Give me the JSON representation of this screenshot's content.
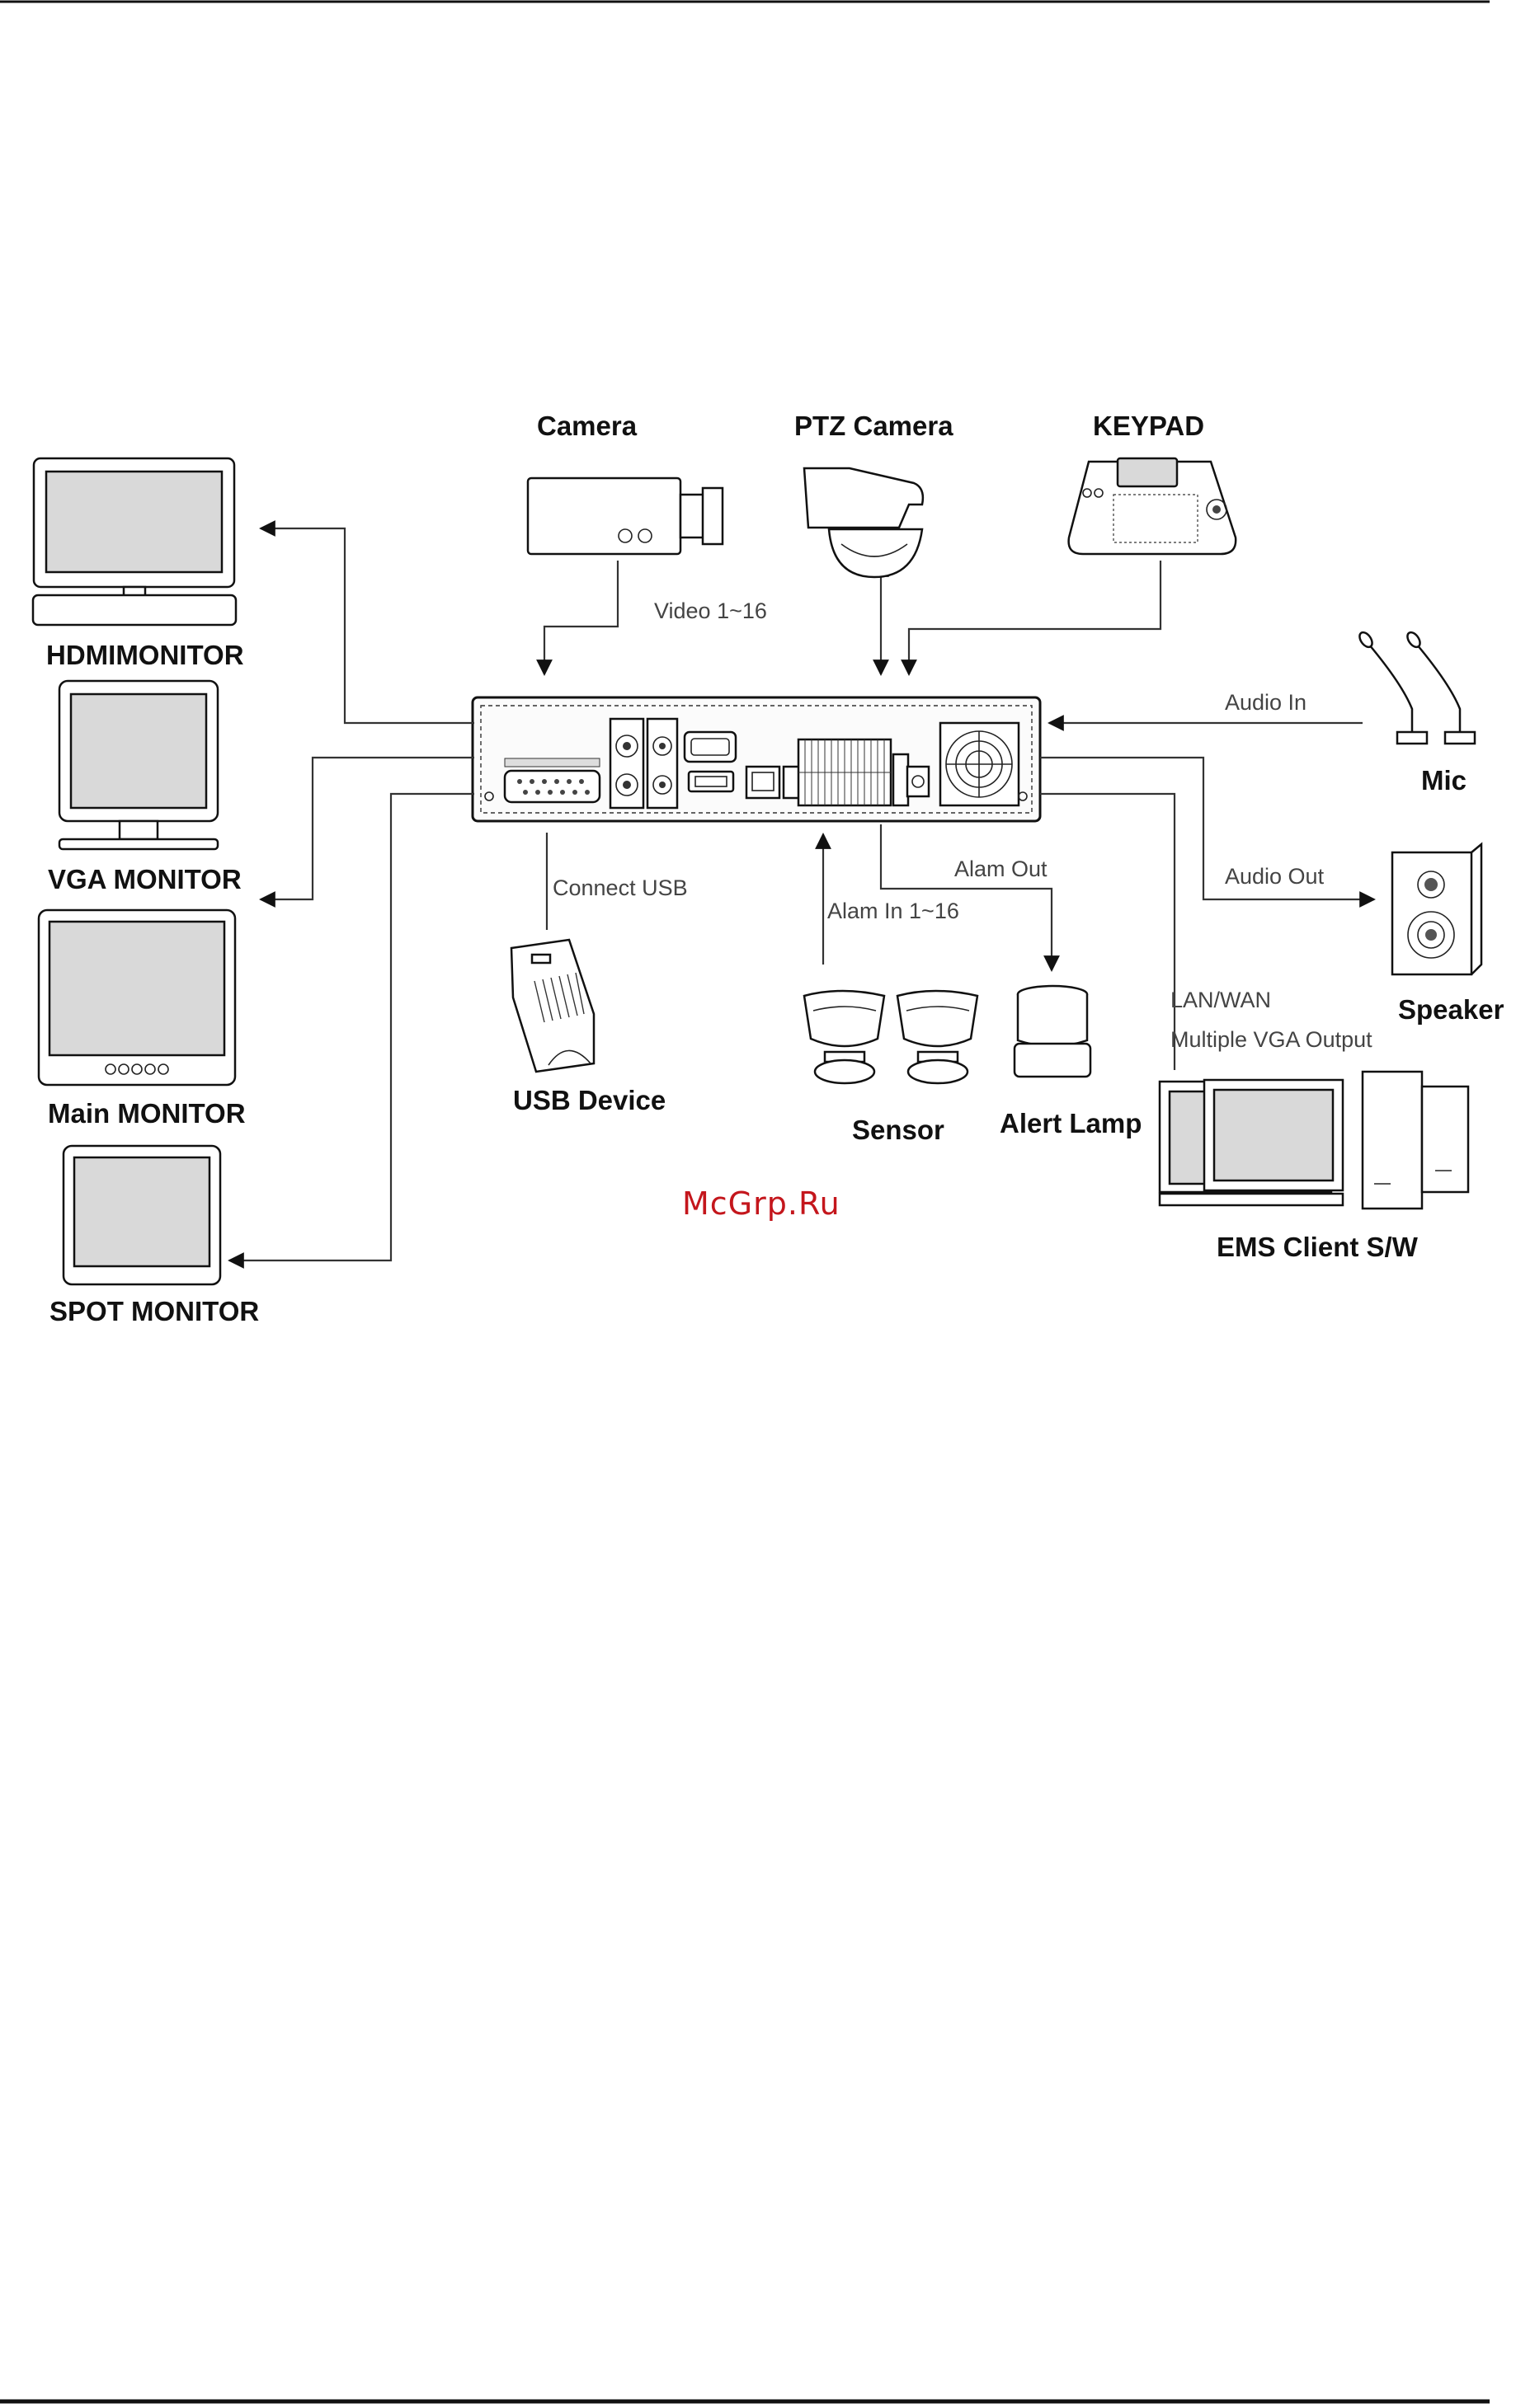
{
  "devices": {
    "camera": "Camera",
    "ptz_camera": "PTZ Camera",
    "keypad": "KEYPAD",
    "hdmi_monitor": "HDMIMONITOR",
    "vga_monitor": "VGA MONITOR",
    "main_monitor": "Main MONITOR",
    "spot_monitor": "SPOT  MONITOR",
    "mic": "Mic",
    "speaker": "Speaker",
    "usb_device": "USB Device",
    "sensor": "Sensor",
    "alert_lamp": "Alert Lamp",
    "ems_client": "EMS Client S/W"
  },
  "connections": {
    "video": "Video 1~16",
    "audio_in": "Audio In",
    "audio_out": "Audio Out",
    "connect_usb": "Connect USB",
    "alarm_in": "Alam In 1~16",
    "alarm_out": "Alam Out",
    "lan_wan": "LAN/WAN",
    "multi_vga": "Multiple VGA Output"
  },
  "watermark": "McGrp.Ru"
}
